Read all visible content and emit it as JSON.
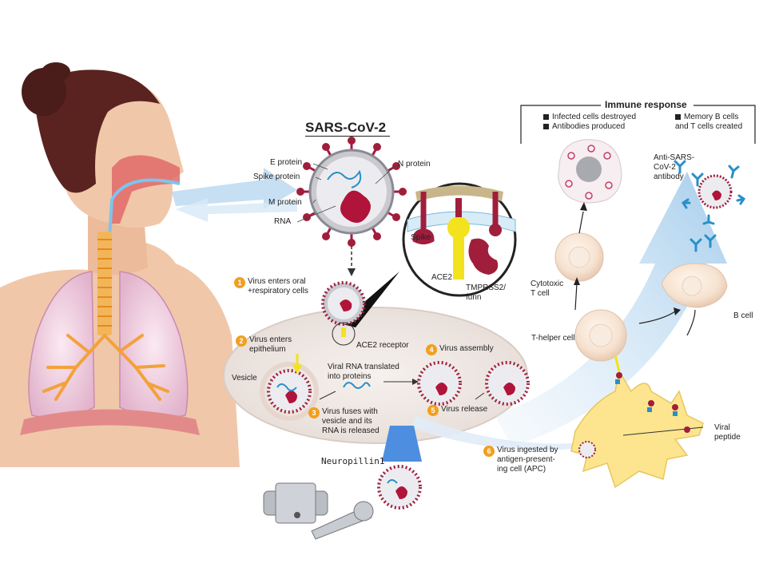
{
  "title": "SARS-CoV-2",
  "virus_labels": {
    "e_protein": "E protein",
    "spike_protein": "Spike protein",
    "m_protein": "M protein",
    "rna": "RNA",
    "n_protein": "N protein"
  },
  "inset_labels": {
    "spike": "Spike",
    "ace2": "ACE2",
    "tmprss2": "TMPRSS2/",
    "furin": "furin"
  },
  "steps": [
    {
      "num": "1",
      "line1": "Virus enters oral",
      "line2": "+respiratory cells"
    },
    {
      "num": "2",
      "line1": "Virus enters",
      "line2": "epithelium"
    },
    {
      "num": "3",
      "line1": "Virus fuses with",
      "line2": "vesicle and its",
      "line3": "RNA is released"
    },
    {
      "num": "4",
      "line1": "Virus assembly"
    },
    {
      "num": "5",
      "line1": "Virus release"
    },
    {
      "num": "6",
      "line1": "Virus ingested by",
      "line2": "antigen-present-",
      "line3": "ing cell (APC)"
    }
  ],
  "cell_labels": {
    "ace2_receptor": "ACE2 receptor",
    "vesicle": "Vesicle",
    "viral_rna_1": "Viral RNA translated",
    "viral_rna_2": "into proteins",
    "neuropilin": "Neuropillin1",
    "viral_peptide_1": "Viral",
    "viral_peptide_2": "peptide"
  },
  "immune": {
    "title": "Immune response",
    "items_left": [
      "Infected cells destroyed",
      "Antibodies produced"
    ],
    "items_right_1": "Memory B cells",
    "items_right_2": "and T cells created",
    "antibody_1": "Anti-SARS-",
    "antibody_2": "CoV-2",
    "antibody_3": "antibody",
    "cytotoxic_1": "Cytotoxic",
    "cytotoxic_2": "T cell",
    "t_helper": "T-helper cell",
    "b_cell": "B cell"
  },
  "colors": {
    "virus_spike": "#a01e3c",
    "virus_shell": "#c9c9cf",
    "rna": "#2a8fc8",
    "n_protein": "#b0143a",
    "cell_bg": "#efe8e4",
    "skin": "#f1c7aa",
    "lung": "#ebc4d8",
    "bronchi": "#f3a13a",
    "airway_arrow": "#bcd9f0",
    "apc": "#fde58f",
    "ace2": "#f3e21e",
    "neuropilin": "#4d8ee0"
  }
}
